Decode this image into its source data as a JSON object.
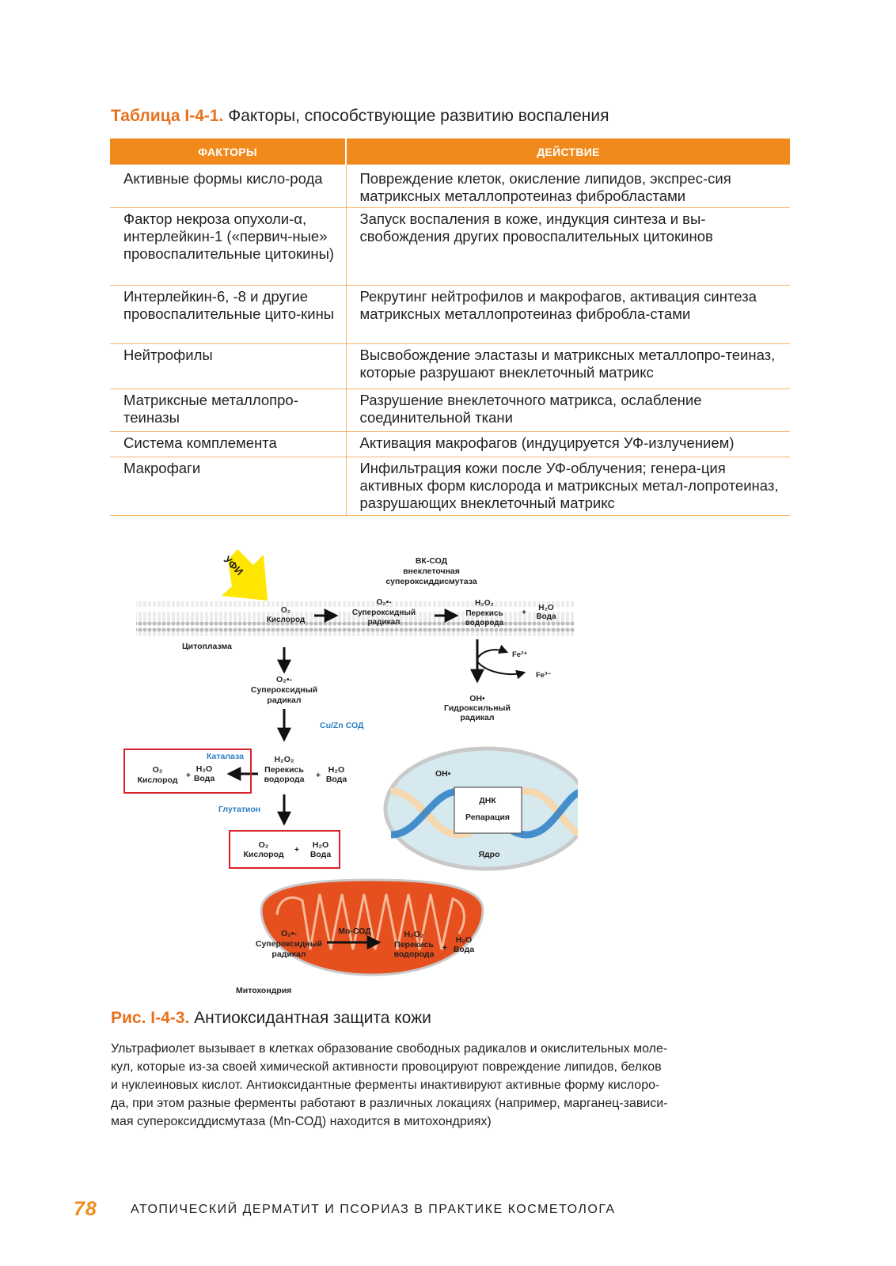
{
  "table": {
    "caption_number": "Таблица I-4-1.",
    "caption_text": "Факторы, способствующие развитию воспаления",
    "headers": [
      "ФАКТОРЫ",
      "ДЕЙСТВИЕ"
    ],
    "rows": [
      {
        "factor": "Активные формы кисло-рода",
        "action": "Повреждение клеток, окисление липидов, экспрес-сия матриксных металлопротеиназ фибробластами"
      },
      {
        "factor": "Фактор некроза опухоли-α, интерлейкин-1 («первич-ные» провоспалительные цитокины)",
        "action": "Запуск воспаления в коже, индукция синтеза и вы-свобождения других провоспалительных цитокинов"
      },
      {
        "factor": "Интерлейкин-6, -8 и другие провоспалительные цито-кины",
        "action": "Рекрутинг нейтрофилов и макрофагов, активация синтеза матриксных металлопротеиназ фибробла-стами"
      },
      {
        "factor": "Нейтрофилы",
        "action": "Высвобождение эластазы и матриксных металлопро-теиназ, которые разрушают внеклеточный матрикс"
      },
      {
        "factor": "Матриксные металлопро-теиназы",
        "action": "Разрушение внеклеточного матрикса, ослабление соединительной ткани"
      },
      {
        "factor": "Система комплемента",
        "action": "Активация макрофагов (индуцируется УФ-излучением)"
      },
      {
        "factor": "Макрофаги",
        "action": "Инфильтрация кожи после УФ-облучения; генера-ция активных форм кислорода и матриксных метал-лопротеиназ, разрушающих внеклеточный матрикс"
      }
    ]
  },
  "diagram": {
    "uv": "УФИ",
    "ec_sod": [
      "ВК-СОД",
      "внеклеточная",
      "супероксиддисмутаза"
    ],
    "o2_formula": "O₂",
    "o2_label": "Кислород",
    "superoxide_formula": "O₂•-",
    "superoxide_label": [
      "Супероксидный",
      "радикал"
    ],
    "h2o2_formula": "H₂O₂",
    "h2o2_label": [
      "Перекись",
      "водорода"
    ],
    "h2o_formula": "H₂O",
    "h2o_label": "Вода",
    "plus": "+",
    "cytoplasm": "Цитоплазма",
    "fe2": "Fe²⁺",
    "fe3": "Fe³⁻",
    "oh_formula": "OH•",
    "oh_label": [
      "Гидроксильный",
      "радикал"
    ],
    "cuzn_sod": "Cu/Zn СОД",
    "catalase": "Каталаза",
    "glutathione": "Глутатион",
    "dna": "ДНК",
    "repair": "Репарация",
    "nucleus": "Ядро",
    "mn_sod": "Mn-СОД",
    "mitochondria": "Митохондрия",
    "colors": {
      "orange": "#e5501e",
      "blue": "#2a7ec4",
      "red": "#d9222a",
      "yellow": "#ffe600",
      "nucleus_fill": "#d5e9ee"
    }
  },
  "figure": {
    "number": "Рис. I-4-3.",
    "title": "Антиоксидантная защита кожи",
    "caption_lines": [
      "Ультрафиолет вызывает в клетках образование свободных радикалов и окислительных моле-",
      "кул, которые из-за своей химической активности провоцируют повреждение липидов, белков",
      "и нуклеиновых кислот. Антиоксидантные ферменты инактивируют активные форму кислоро-",
      "да, при этом разные ферменты работают в различных локациях (например, марганец-зависи-",
      "мая супероксиддисмутаза (Mn-СОД) находится в митохондриях)"
    ]
  },
  "footer": {
    "page_number": "78",
    "book_title": "АТОПИЧЕСКИЙ ДЕРМАТИТ И ПСОРИАЗ В ПРАКТИКЕ КОСМЕТОЛОГА"
  }
}
